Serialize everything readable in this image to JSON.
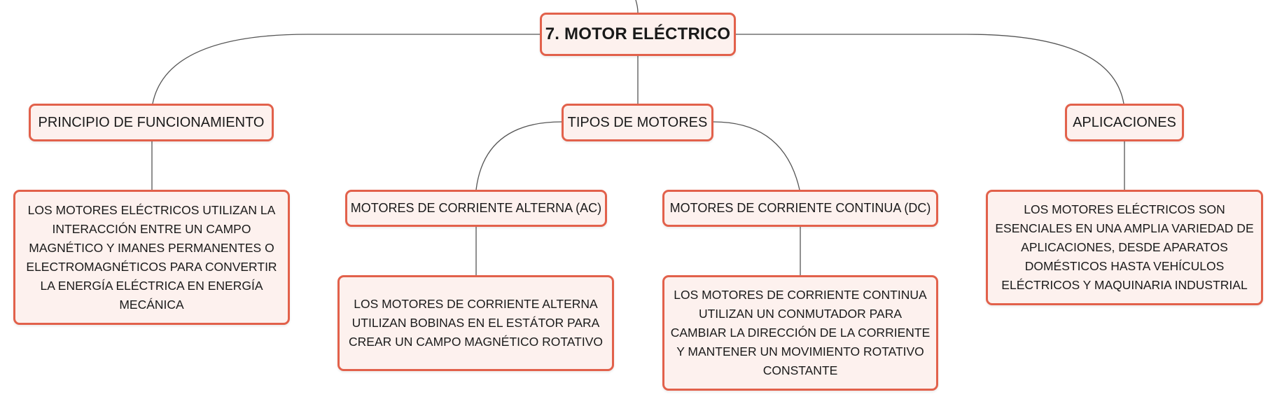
{
  "root": {
    "title": "7. MOTOR ELÉCTRICO"
  },
  "branches": {
    "principle": {
      "label": "PRINCIPIO DE FUNCIONAMIENTO",
      "detail": "LOS MOTORES ELÉCTRICOS UTILIZAN LA INTERACCIÓN ENTRE UN CAMPO MAGNÉTICO Y IMANES PERMANENTES O ELECTROMAGNÉTICOS PARA CONVERTIR LA ENERGÍA ELÉCTRICA EN ENERGÍA MECÁNICA"
    },
    "types": {
      "label": "TIPOS DE MOTORES",
      "ac": {
        "label": "MOTORES DE CORRIENTE ALTERNA (AC)",
        "detail": "LOS MOTORES DE CORRIENTE ALTERNA UTILIZAN BOBINAS EN EL ESTÁTOR PARA CREAR UN CAMPO MAGNÉTICO ROTATIVO"
      },
      "dc": {
        "label": "MOTORES DE CORRIENTE CONTINUA (DC)",
        "detail": "LOS MOTORES DE CORRIENTE CONTINUA UTILIZAN UN CONMUTADOR PARA CAMBIAR LA DIRECCIÓN DE LA CORRIENTE Y MANTENER UN MOVIMIENTO ROTATIVO CONSTANTE"
      }
    },
    "applications": {
      "label": "APLICACIONES",
      "detail": "LOS MOTORES ELÉCTRICOS SON ESENCIALES EN UNA AMPLIA VARIEDAD DE APLICACIONES, DESDE APARATOS DOMÉSTICOS HASTA VEHÍCULOS ELÉCTRICOS Y MAQUINARIA INDUSTRIAL"
    }
  },
  "colors": {
    "node_border": "#e2614b",
    "node_fill": "#fdf1ee",
    "connector": "#555555"
  }
}
